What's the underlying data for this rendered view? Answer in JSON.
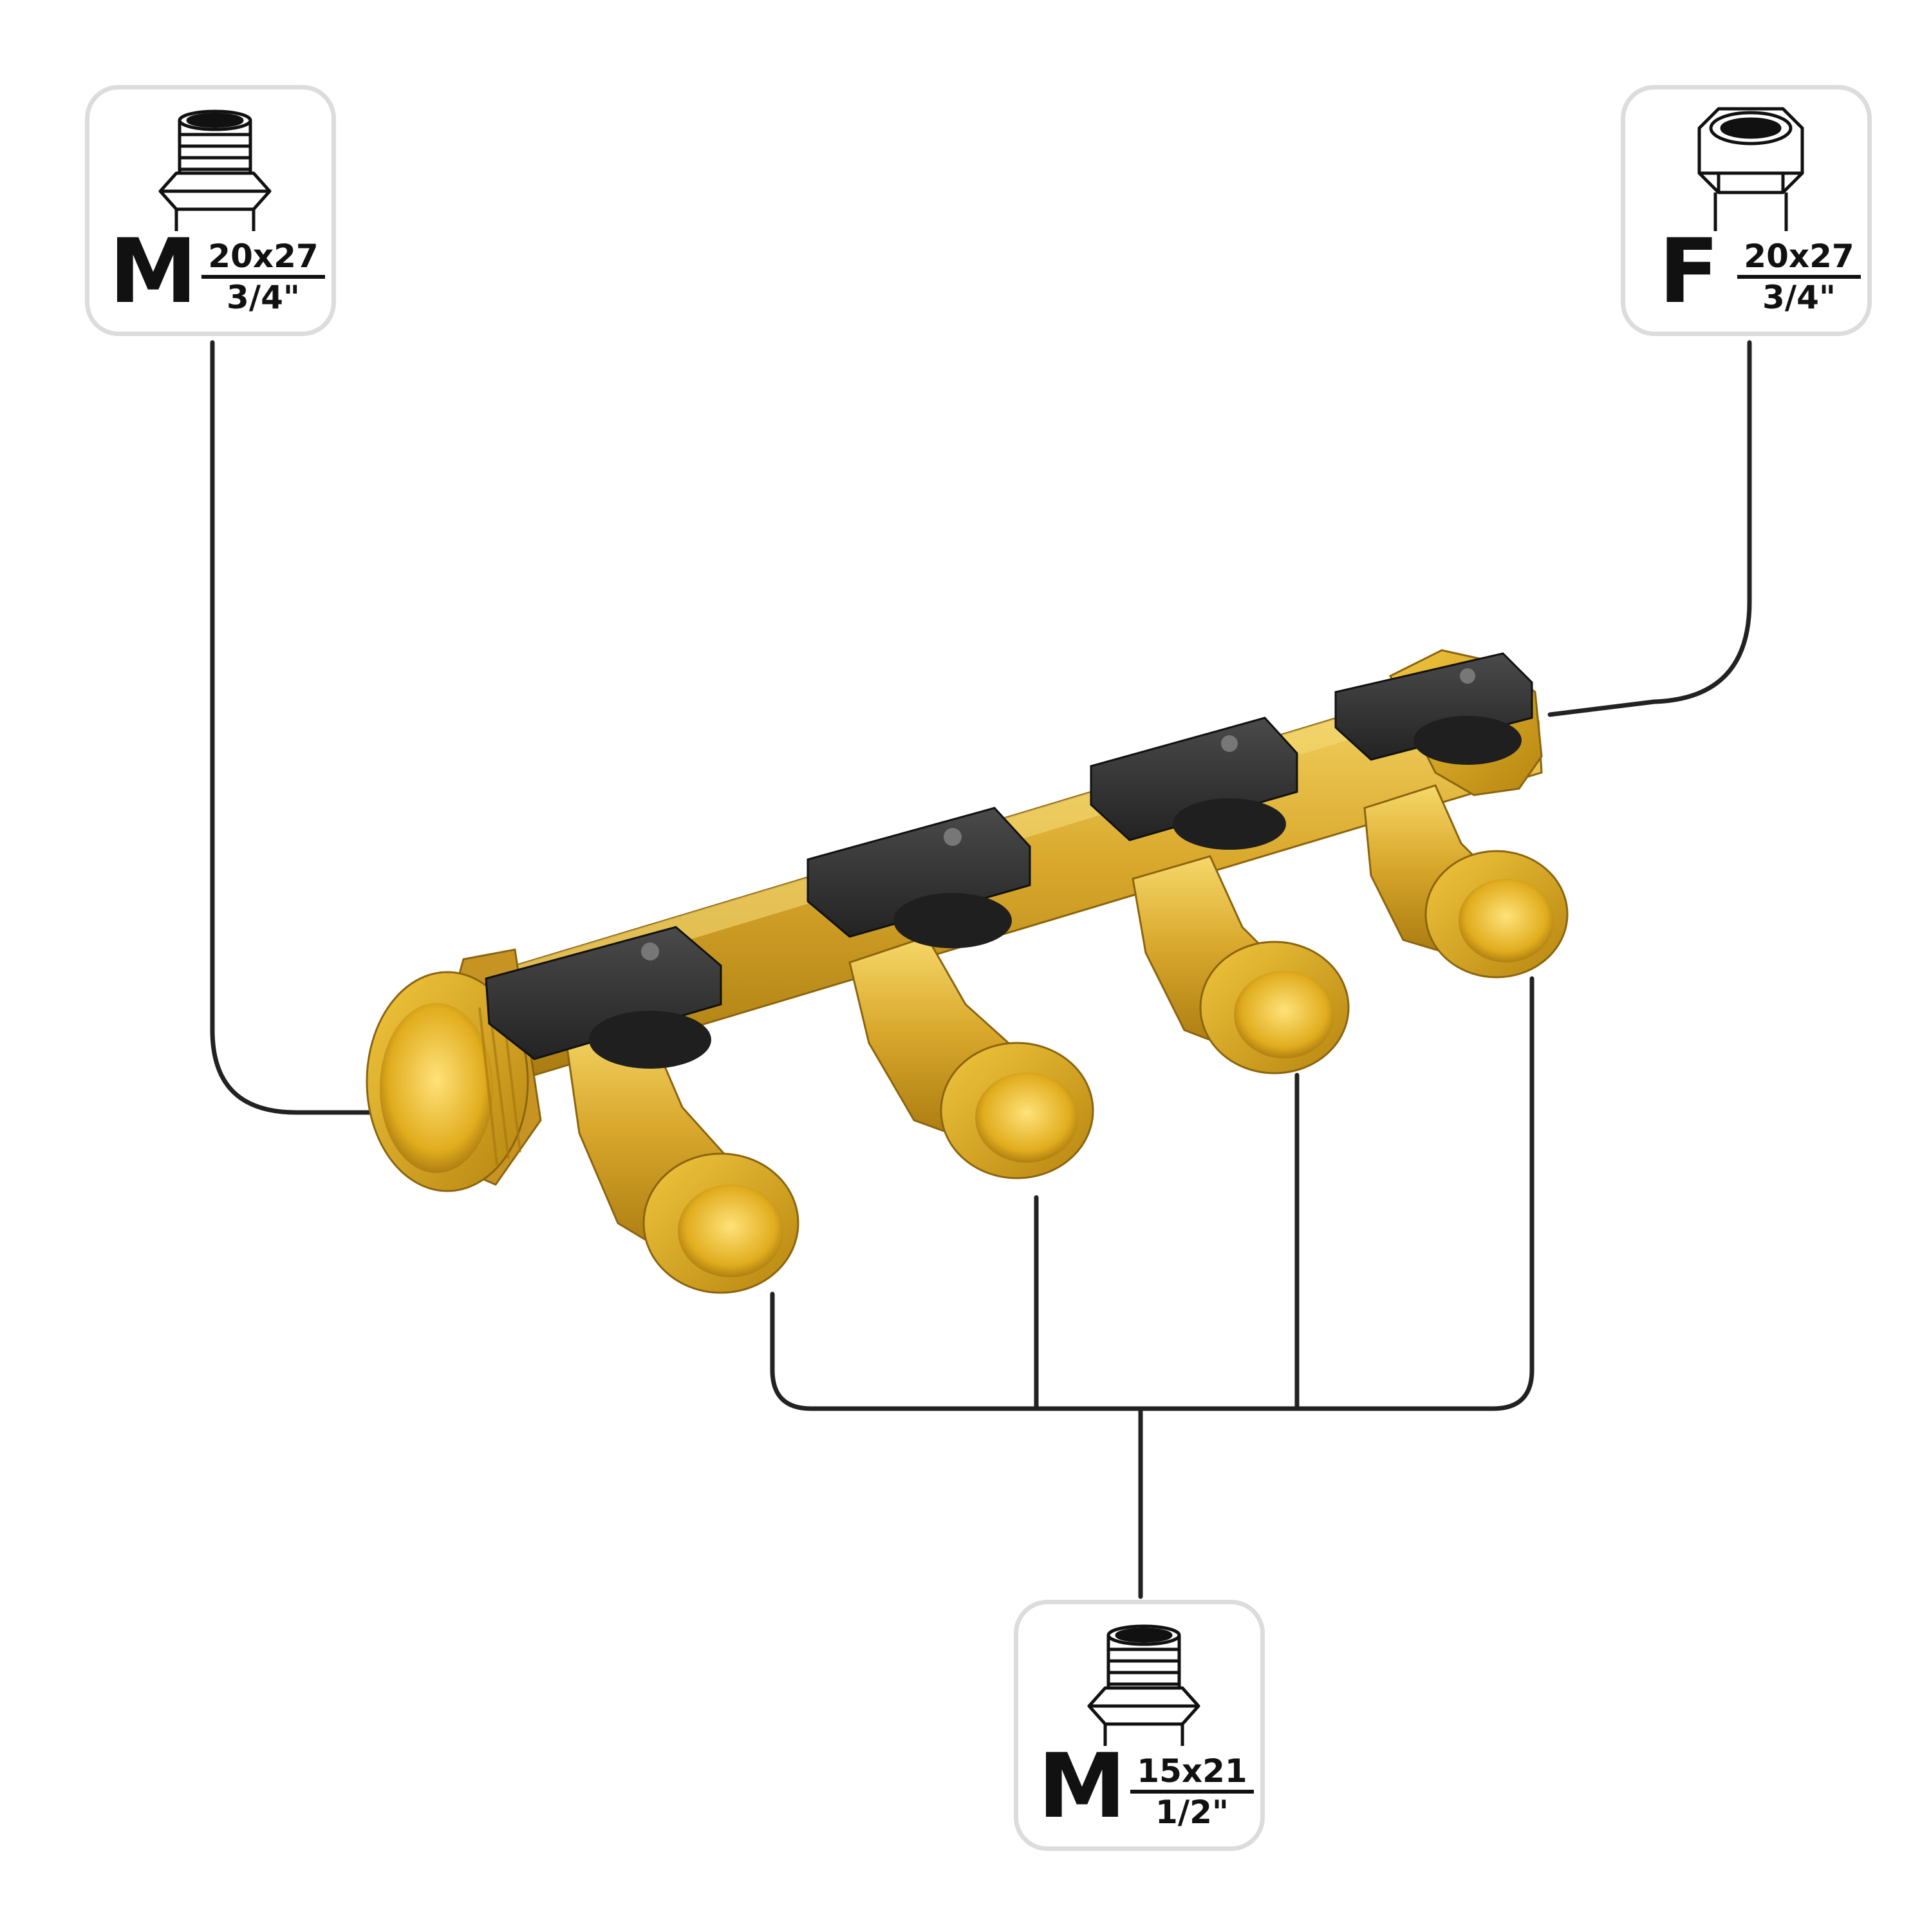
{
  "colors": {
    "brass": "#d6a62b",
    "brass_light": "#f3d15c",
    "brass_dark": "#9a6e12",
    "handle": "#2f2f2f",
    "badge_border": "#dcdcdc",
    "leader_line": "#222222"
  },
  "badges": {
    "inlet": {
      "icon": "male-thread-fitting-icon",
      "gender": "M",
      "size": "20x27",
      "inch": "3/4\""
    },
    "outlet": {
      "icon": "female-thread-fitting-icon",
      "gender": "F",
      "size": "20x27",
      "inch": "3/4\""
    },
    "branch": {
      "icon": "male-thread-fitting-icon",
      "gender": "M",
      "size": "15x21",
      "inch": "1/2\""
    }
  }
}
